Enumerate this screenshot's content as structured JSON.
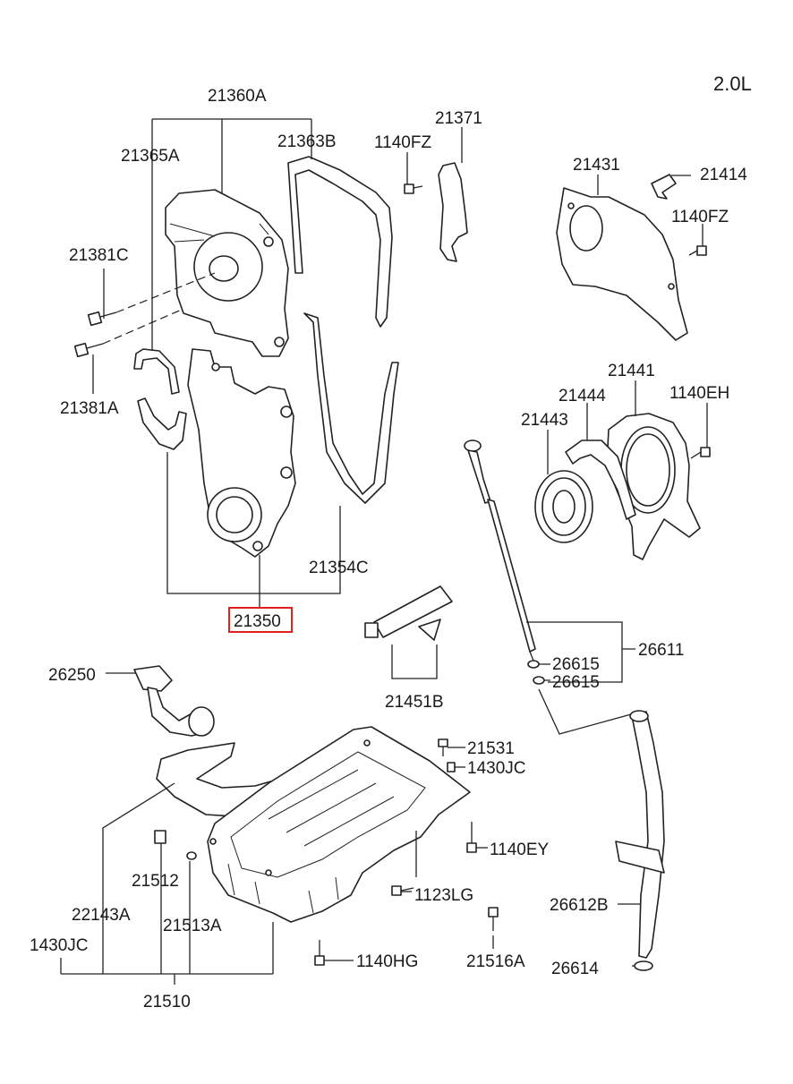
{
  "engine": "2.0L",
  "highlighted_part": "21350",
  "labels": {
    "p21360A": "21360A",
    "p21365A": "21365A",
    "p21363B": "21363B",
    "p1140FZ_top": "1140FZ",
    "p21371": "21371",
    "p21431": "21431",
    "p21414": "21414",
    "p1140FZ_right": "1140FZ",
    "p21381C": "21381C",
    "p21381A": "21381A",
    "p21441": "21441",
    "p21444": "21444",
    "p1140EH": "1140EH",
    "p21443": "21443",
    "p21354C": "21354C",
    "p21350": "21350",
    "p26611": "26611",
    "p26615a": "26615",
    "p26615b": "26615",
    "p26250": "26250",
    "p21451B": "21451B",
    "p21531": "21531",
    "p1430JC_top": "1430JC",
    "p1140EY": "1140EY",
    "p1123LG": "1123LG",
    "p26612B": "26612B",
    "p21512": "21512",
    "p22143A": "22143A",
    "p21513A": "21513A",
    "p1430JC_left": "1430JC",
    "p1140HG": "1140HG",
    "p21516A": "21516A",
    "p26614": "26614",
    "p21510": "21510"
  }
}
